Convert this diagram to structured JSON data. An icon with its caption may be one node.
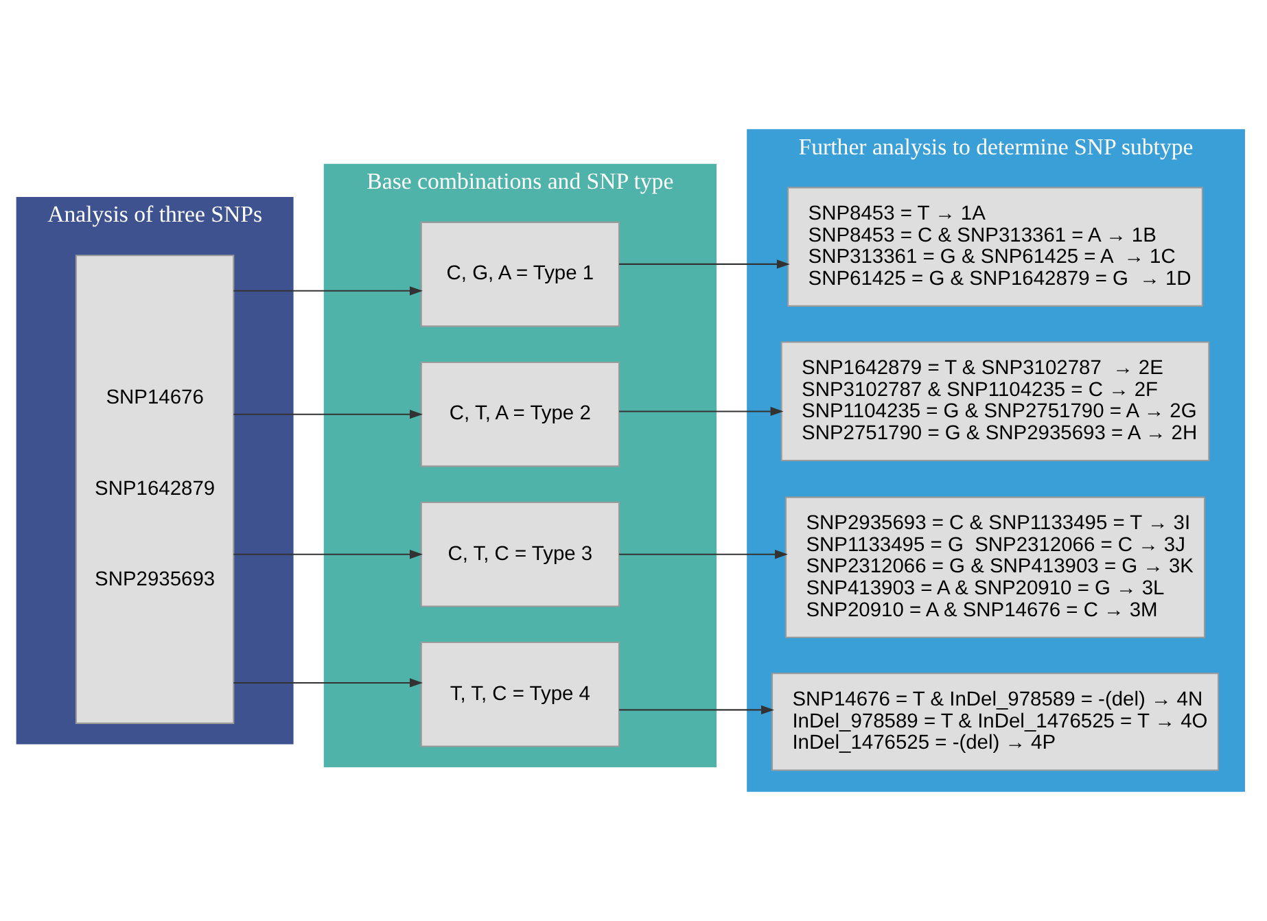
{
  "diagram": {
    "nodes": [
      {
        "text": [
          "Analysis of three SNPs"
        ]
      },
      {
        "text": [
          "SNP14676",
          "SNP1642879",
          "SNP2935693"
        ],
        "in": 0
      },
      {
        "text": [
          "Base combinations and SNP type"
        ]
      },
      {
        "text": [
          "C, G, A = Type 1"
        ],
        "in": 2
      },
      {
        "text": [
          "C, T, A = Type 2"
        ],
        "in": 2
      },
      {
        "text": [
          "C, T, C = Type 3"
        ],
        "in": 2
      },
      {
        "text": [
          "T, T, C = Type 4"
        ],
        "in": 2
      },
      {
        "text": [
          "Further analysis to determine SNP subtype"
        ]
      },
      {
        "text": [
          "SNP8453 = T → 1A",
          "SNP8453 = C & SNP313361 = A → 1B",
          "SNP313361 = G & SNP61425 = A  → 1C",
          "SNP61425 = G & SNP1642879 = G  → 1D"
        ],
        "in": 7
      },
      {
        "text": [
          "SNP1642879 = T & SNP3102787  → 2E",
          "SNP3102787 & SNP1104235 = C → 2F",
          "SNP1104235 = G & SNP2751790 = A → 2G",
          "SNP2751790 = G & SNP2935693 = A → 2H"
        ],
        "in": 7
      },
      {
        "text": [
          "SNP2935693 = C & SNP1133495 = T → 3I",
          "SNP1133495 = G  SNP2312066 = C → 3J",
          "SNP2312066 = G & SNP413903 = G → 3K",
          "SNP413903 = A & SNP20910 = G → 3L",
          "SNP20910 = A & SNP14676 = C → 3M"
        ],
        "in": 7
      },
      {
        "text": [
          "SNP14676 = T & InDel_978589 = -(del) → 4N",
          "InDel_978589 = T & InDel_1476525 = T → 4O",
          "InDel_1476525 = -(del) → 4P"
        ],
        "in": 7
      }
    ],
    "edges": [
      {
        "from": 1,
        "to": 3,
        "arrow": "to"
      },
      {
        "from": 1,
        "to": 4,
        "arrow": "to"
      },
      {
        "from": 1,
        "to": 5,
        "arrow": "to"
      },
      {
        "from": 1,
        "to": 6,
        "arrow": "to"
      },
      {
        "from": 3,
        "to": 8,
        "arrow": "to"
      },
      {
        "from": 4,
        "to": 9,
        "arrow": "to"
      },
      {
        "from": 5,
        "to": 10,
        "arrow": "to"
      },
      {
        "from": 6,
        "to": 11,
        "arrow": "to"
      }
    ]
  }
}
